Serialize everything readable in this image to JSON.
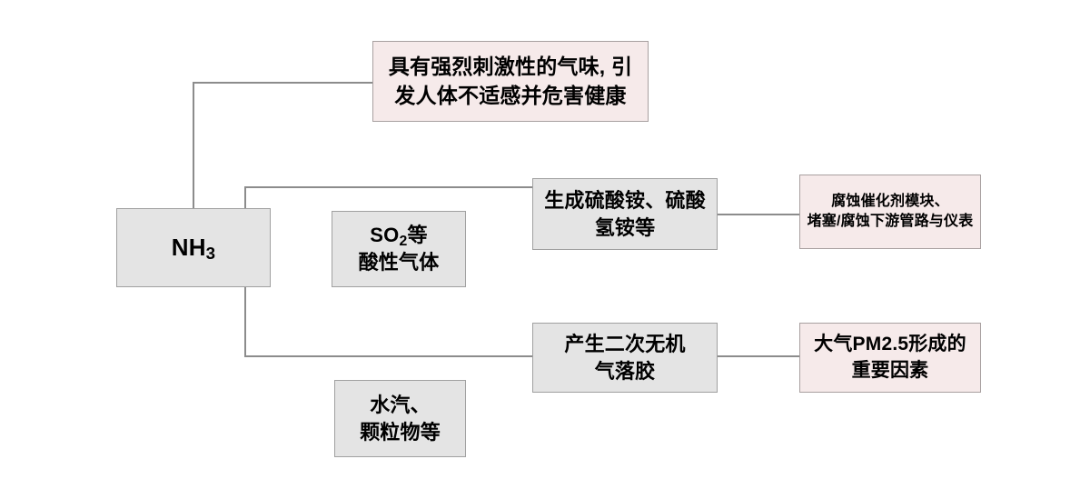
{
  "diagram": {
    "title": "NH3 influence flow diagram",
    "colors": {
      "gray_fill": "#e4e4e4",
      "pink_fill": "#f6eaea",
      "border": "#9a9a9a",
      "connector": "#808080",
      "text": "#000000",
      "background": "#ffffff"
    },
    "nodes": [
      {
        "id": "nh3",
        "label": "NH3",
        "label_main": "NH",
        "label_sub": "3",
        "style": "gray"
      },
      {
        "id": "so2",
        "label": "SO2等\n酸性气体",
        "line1_main": "SO",
        "line1_sub": "2",
        "line1_rest": "等",
        "line2": "酸性气体",
        "style": "gray"
      },
      {
        "id": "water",
        "label": "水汽、\n颗粒物等",
        "style": "gray"
      },
      {
        "id": "odor",
        "label": "具有强烈刺激性的气味, 引\n发人体不适感并危害健康",
        "style": "pink"
      },
      {
        "id": "sulfate",
        "label": "生成硫酸铵、硫酸\n氢铵等",
        "style": "gray"
      },
      {
        "id": "aerosol",
        "label": "产生二次无机\n气落胶",
        "style": "gray"
      },
      {
        "id": "corrode",
        "label": "腐蚀催化剂模块、\n堵塞/腐蚀下游管路与仪表",
        "style": "pink"
      },
      {
        "id": "pm25",
        "label": "大气PM2.5形成的\n重要因素",
        "style": "pink"
      }
    ],
    "connectors": [
      {
        "id": "nh3-to-odor",
        "from": "nh3",
        "to": "odor"
      },
      {
        "id": "nh3-to-sulfate",
        "from": "nh3",
        "to": "sulfate"
      },
      {
        "id": "nh3-to-aerosol",
        "from": "nh3",
        "to": "aerosol"
      },
      {
        "id": "sulfate-to-corrode",
        "from": "sulfate",
        "to": "corrode"
      },
      {
        "id": "aerosol-to-pm25",
        "from": "aerosol",
        "to": "pm25"
      }
    ]
  }
}
